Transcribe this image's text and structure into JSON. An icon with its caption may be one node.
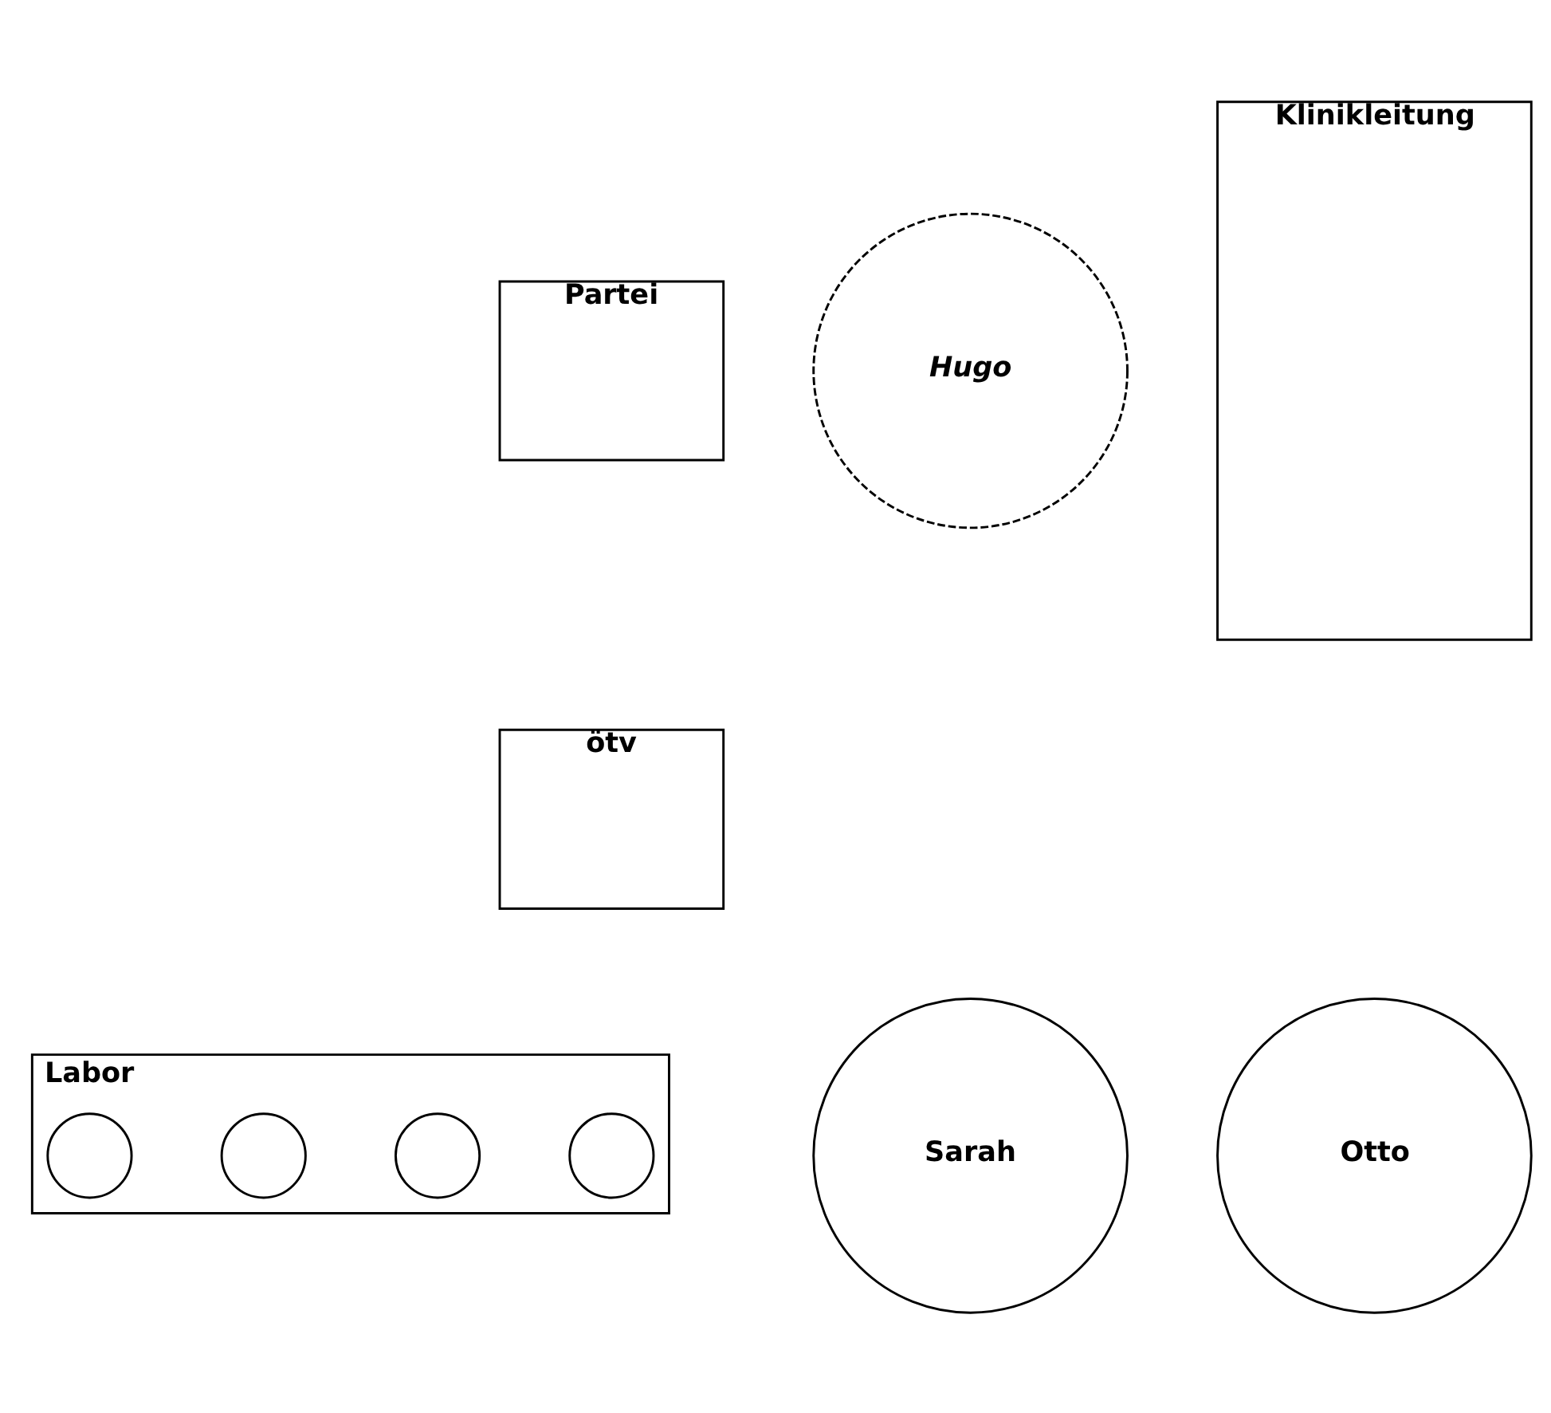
{
  "diagram": {
    "nodes": [
      {
        "text": [
          "Partei"
        ]
      },
      {
        "text": [
          "Hugo"
        ]
      },
      {
        "text": [
          "Klinikleitung"
        ]
      },
      {
        "text": [
          "ötv"
        ]
      },
      {
        "text": [
          "Labor"
        ]
      },
      {
        "text": [],
        "shape": "circle",
        "in": 4
      },
      {
        "text": [],
        "shape": "circle",
        "in": 4
      },
      {
        "text": [],
        "shape": "circle",
        "in": 4
      },
      {
        "text": [],
        "shape": "circle",
        "in": 4
      },
      {
        "text": [
          "Sarah"
        ]
      },
      {
        "text": [
          "Otto"
        ]
      }
    ]
  }
}
